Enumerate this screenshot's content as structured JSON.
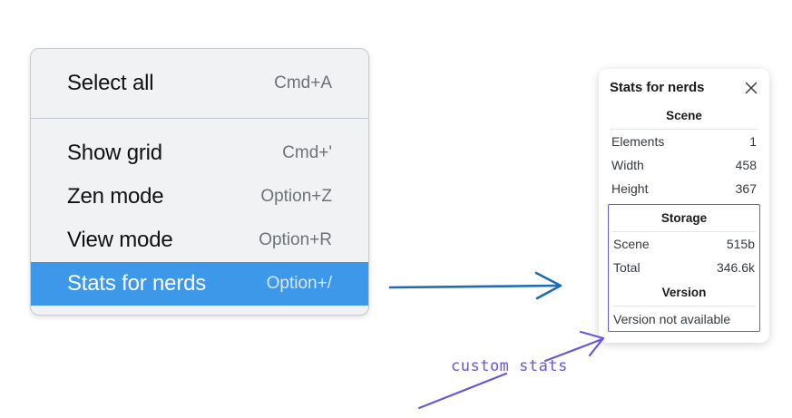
{
  "context_menu": {
    "groups": [
      {
        "items": [
          {
            "label": "Select all",
            "shortcut": "Cmd+A",
            "selected": false
          }
        ]
      },
      {
        "items": [
          {
            "label": "Show grid",
            "shortcut": "Cmd+'",
            "selected": false
          },
          {
            "label": "Zen mode",
            "shortcut": "Option+Z",
            "selected": false
          },
          {
            "label": "View mode",
            "shortcut": "Option+R",
            "selected": false
          },
          {
            "label": "Stats for nerds",
            "shortcut": "Option+/",
            "selected": true
          }
        ]
      }
    ]
  },
  "stats_panel": {
    "title": "Stats for nerds",
    "close_icon": "close-icon",
    "scene": {
      "section_title": "Scene",
      "rows": [
        {
          "label": "Elements",
          "value": "1"
        },
        {
          "label": "Width",
          "value": "458"
        },
        {
          "label": "Height",
          "value": "367"
        }
      ]
    },
    "storage": {
      "section_title": "Storage",
      "rows": [
        {
          "label": "Scene",
          "value": "515b"
        },
        {
          "label": "Total",
          "value": "346.6k"
        }
      ]
    },
    "version": {
      "section_title": "Version",
      "text": "Version not available"
    }
  },
  "annotations": {
    "custom_stats_label": "custom stats",
    "blue_arrow_color": "#1f6bb0",
    "purple_color": "#6a57d5"
  },
  "colors": {
    "menu_background": "#f1f2f4",
    "menu_highlight": "#3d98ea",
    "menu_border": "#c6cbd1",
    "shortcut_text": "#6e7277",
    "panel_background": "#ffffff",
    "purple_accent": "#6a57d5",
    "blue_accent": "#1f6bb0"
  }
}
